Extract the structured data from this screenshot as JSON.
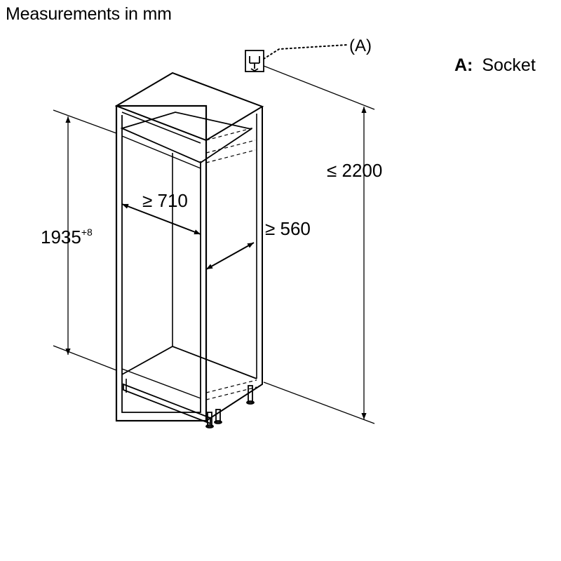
{
  "title": "Measurements in mm",
  "legend": {
    "key": "A:",
    "text": "Socket"
  },
  "callout": "(A)",
  "dimensions": {
    "niche_height": "1935",
    "niche_height_tolerance": "+8",
    "niche_width": "≥ 710",
    "niche_depth": "≥ 560",
    "max_socket_height": "≤ 2200"
  },
  "colors": {
    "line": "#000000",
    "background": "#ffffff"
  }
}
